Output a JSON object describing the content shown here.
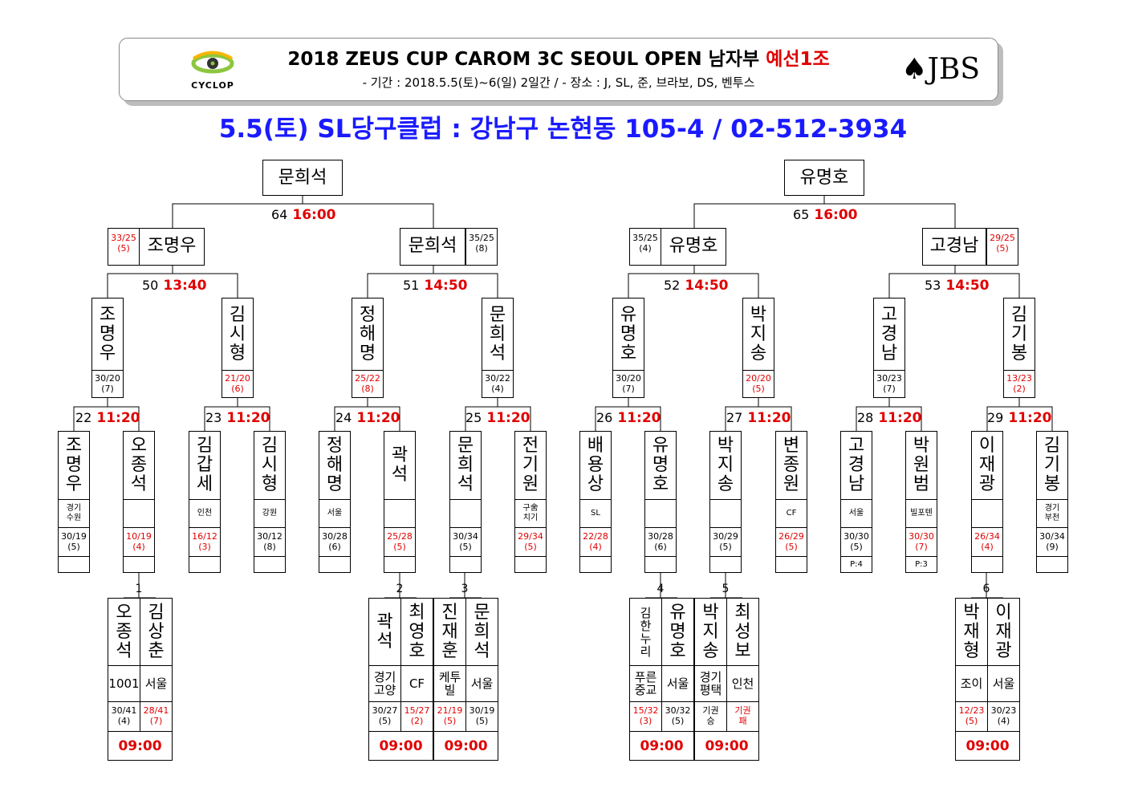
{
  "header": {
    "title_prefix": "2018 ZEUS CUP CAROM 3C SEOUL OPEN 남자부",
    "title_group": "예선1조",
    "subtitle": "- 기간 : 2018.5.5(토)~6(일) 2일간 / - 장소 :  J, SL, 준, 브라보, DS, 벤투스",
    "left_logo_text": "CYCLOP",
    "right_logo_text": "♠JBS",
    "venue": "5.5(토) SL당구클럽 : 강남구 논현동 105-4 / 02-512-3934"
  },
  "colors": {
    "accent": "#e00000",
    "venue": "#1a1aff"
  },
  "finalists": [
    "문희석",
    "유명호"
  ],
  "final_matches": [
    {
      "num": "64",
      "time": "16:00"
    },
    {
      "num": "65",
      "time": "16:00"
    }
  ],
  "semifinal": [
    {
      "name": "조명우",
      "score": "33/25",
      "inn": "(5)",
      "loss": true
    },
    {
      "name": "문희석",
      "score": "35/25",
      "inn": "(8)",
      "loss": false
    },
    {
      "name": "유명호",
      "score": "35/25",
      "inn": "(4)",
      "loss": false
    },
    {
      "name": "고경남",
      "score": "29/25",
      "inn": "(5)",
      "loss": true
    }
  ],
  "semi_matches": [
    {
      "num": "50",
      "time": "13:40"
    },
    {
      "num": "51",
      "time": "14:50"
    },
    {
      "num": "52",
      "time": "14:50"
    },
    {
      "num": "53",
      "time": "14:50"
    }
  ],
  "quarter": [
    {
      "name": "조명우",
      "score": "30/20",
      "inn": "(7)",
      "loss": false
    },
    {
      "name": "김시형",
      "score": "21/20",
      "inn": "(6)",
      "loss": true
    },
    {
      "name": "정해명",
      "score": "25/22",
      "inn": "(8)",
      "loss": true
    },
    {
      "name": "문희석",
      "score": "30/22",
      "inn": "(4)",
      "loss": false
    },
    {
      "name": "유명호",
      "score": "30/20",
      "inn": "(7)",
      "loss": false
    },
    {
      "name": "박지송",
      "score": "20/20",
      "inn": "(5)",
      "loss": true
    },
    {
      "name": "고경남",
      "score": "30/23",
      "inn": "(7)",
      "loss": false
    },
    {
      "name": "김기봉",
      "score": "13/23",
      "inn": "(2)",
      "loss": true
    }
  ],
  "r16_matches": [
    {
      "num": "22",
      "time": "11:20"
    },
    {
      "num": "23",
      "time": "11:20"
    },
    {
      "num": "24",
      "time": "11:20"
    },
    {
      "num": "25",
      "time": "11:20"
    },
    {
      "num": "26",
      "time": "11:20"
    },
    {
      "num": "27",
      "time": "11:20"
    },
    {
      "num": "28",
      "time": "11:20"
    },
    {
      "num": "29",
      "time": "11:20"
    }
  ],
  "r16": [
    {
      "name": "조명우",
      "region": "경기\n수원",
      "score": "30/19",
      "inn": "(5)",
      "loss": false,
      "extra": ""
    },
    {
      "name": "오종석",
      "region": "",
      "score": "10/19",
      "inn": "(4)",
      "loss": true,
      "extra": ""
    },
    {
      "name": "김갑세",
      "region": "인천",
      "score": "16/12",
      "inn": "(3)",
      "loss": true,
      "extra": ""
    },
    {
      "name": "김시형",
      "region": "강원",
      "score": "30/12",
      "inn": "(8)",
      "loss": false,
      "extra": ""
    },
    {
      "name": "정해명",
      "region": "서울",
      "score": "30/28",
      "inn": "(6)",
      "loss": false,
      "extra": ""
    },
    {
      "name": "곽석",
      "region": "",
      "score": "25/28",
      "inn": "(5)",
      "loss": true,
      "extra": ""
    },
    {
      "name": "문희석",
      "region": "",
      "score": "30/34",
      "inn": "(5)",
      "loss": false,
      "extra": ""
    },
    {
      "name": "전기원",
      "region": "구舍\n치기",
      "score": "29/34",
      "inn": "(5)",
      "loss": true,
      "extra": ""
    },
    {
      "name": "배용상",
      "region": "SL",
      "score": "22/28",
      "inn": "(4)",
      "loss": true,
      "extra": ""
    },
    {
      "name": "유명호",
      "region": "",
      "score": "30/28",
      "inn": "(6)",
      "loss": false,
      "extra": ""
    },
    {
      "name": "박지송",
      "region": "",
      "score": "30/29",
      "inn": "(5)",
      "loss": false,
      "extra": ""
    },
    {
      "name": "변종원",
      "region": "CF",
      "score": "26/29",
      "inn": "(5)",
      "loss": true,
      "extra": ""
    },
    {
      "name": "고경남",
      "region": "서울",
      "score": "30/30",
      "inn": "(5)",
      "loss": false,
      "extra": "P:4"
    },
    {
      "name": "박원범",
      "region": "빌포텐",
      "score": "30/30",
      "inn": "(7)",
      "loss": true,
      "extra": "P:3"
    },
    {
      "name": "이재광",
      "region": "",
      "score": "26/34",
      "inn": "(4)",
      "loss": true,
      "extra": ""
    },
    {
      "name": "김기봉",
      "region": "경기\n부천",
      "score": "30/34",
      "inn": "(9)",
      "loss": false,
      "extra": ""
    }
  ],
  "first_round": [
    {
      "num": "1",
      "time": "09:00",
      "players": [
        {
          "name": "오종석",
          "region": "1001",
          "score": "30/41",
          "inn": "(4)",
          "loss": false
        },
        {
          "name": "김상춘",
          "region": "서울",
          "score": "28/41",
          "inn": "(7)",
          "loss": true
        }
      ]
    },
    {
      "num": "2",
      "time": "09:00",
      "players": [
        {
          "name": "곽석",
          "region": "경기\n고양",
          "score": "30/27",
          "inn": "(5)",
          "loss": false
        },
        {
          "name": "최영호",
          "region": "CF",
          "score": "15/27",
          "inn": "(2)",
          "loss": true
        }
      ]
    },
    {
      "num": "3",
      "time": "09:00",
      "players": [
        {
          "name": "진재훈",
          "region": "케투\n빌",
          "score": "21/19",
          "inn": "(5)",
          "loss": true
        },
        {
          "name": "문희석",
          "region": "서울",
          "score": "30/19",
          "inn": "(5)",
          "loss": false
        }
      ]
    },
    {
      "num": "4",
      "time": "09:00",
      "players": [
        {
          "name": "김한누리",
          "region": "푸른\n중교",
          "score": "15/32",
          "inn": "(3)",
          "loss": true
        },
        {
          "name": "유명호",
          "region": "서울",
          "score": "30/32",
          "inn": "(5)",
          "loss": false
        }
      ]
    },
    {
      "num": "5",
      "time": "09:00",
      "players": [
        {
          "name": "박지송",
          "region": "경기\n평택",
          "score": "기권\n승",
          "inn": "",
          "loss": false
        },
        {
          "name": "최성보",
          "region": "인천",
          "score": "기권\n패",
          "inn": "",
          "loss": true
        }
      ]
    },
    {
      "num": "6",
      "time": "09:00",
      "players": [
        {
          "name": "박재형",
          "region": "조이",
          "score": "12/23",
          "inn": "(5)",
          "loss": true
        },
        {
          "name": "이재광",
          "region": "서울",
          "score": "30/23",
          "inn": "(4)",
          "loss": false
        }
      ]
    }
  ]
}
